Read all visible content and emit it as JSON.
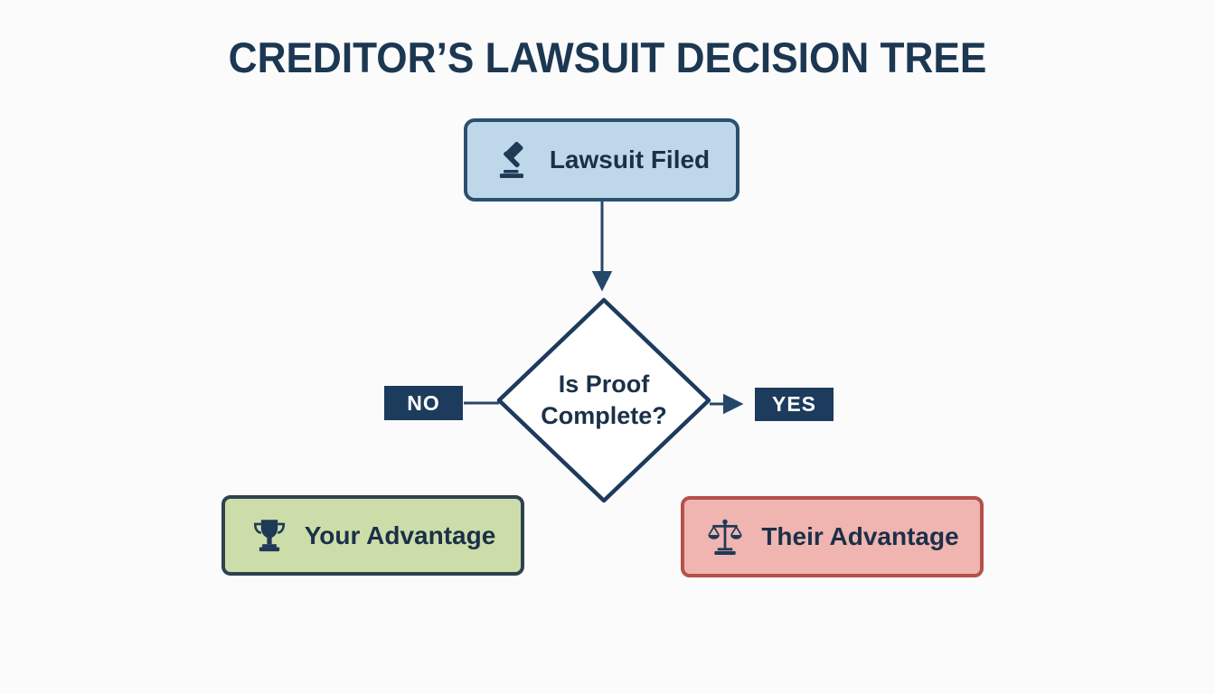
{
  "title": "CREDITOR’S LAWSUIT DECISION TREE",
  "flow": {
    "start": {
      "label": "Lawsuit Filed",
      "icon": "gavel-icon"
    },
    "decision": {
      "label": "Is Proof Complete?",
      "lines": [
        "Is Proof",
        "Complete?"
      ]
    },
    "edges": {
      "no": "NO",
      "yes": "YES"
    },
    "outcomes": {
      "left": {
        "label": "Your Advantage",
        "icon": "trophy-icon"
      },
      "right": {
        "label": "Their Advantage",
        "icon": "scales-icon"
      }
    }
  },
  "colors": {
    "navy": "#1d3b5c",
    "title_text": "#1c3752",
    "start_fill": "#bed8ea",
    "start_border": "#2b5070",
    "diamond_fill": "#ffffff",
    "badge_fill": "#1d3b5c",
    "badge_text": "#ffffff",
    "outcome_left_fill": "#ccdda9",
    "outcome_left_border": "#2e4150",
    "outcome_right_fill": "#f0b5b1",
    "outcome_right_border": "#b5504c",
    "connector": "#24476a"
  }
}
